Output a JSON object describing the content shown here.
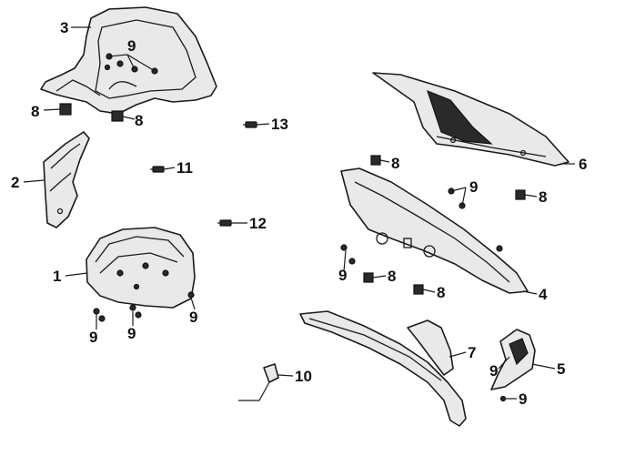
{
  "labels": {
    "l1": "1",
    "l2": "2",
    "l3": "3",
    "l4": "4",
    "l5": "5",
    "l6": "6",
    "l7": "7",
    "l8a": "8",
    "l8b": "8",
    "l8c": "8",
    "l8d": "8",
    "l8e": "8",
    "l8f": "8",
    "l9a": "9",
    "l9b": "9",
    "l9c": "9",
    "l9d": "9",
    "l9e": "9",
    "l9f": "9",
    "l9g": "9",
    "l9h": "9",
    "l10": "10",
    "l11": "11",
    "l12": "12",
    "l13": "13"
  },
  "colors": {
    "line": "#1a1a1a",
    "fill": "#e9e9e9",
    "dark": "#2a2a2a"
  }
}
